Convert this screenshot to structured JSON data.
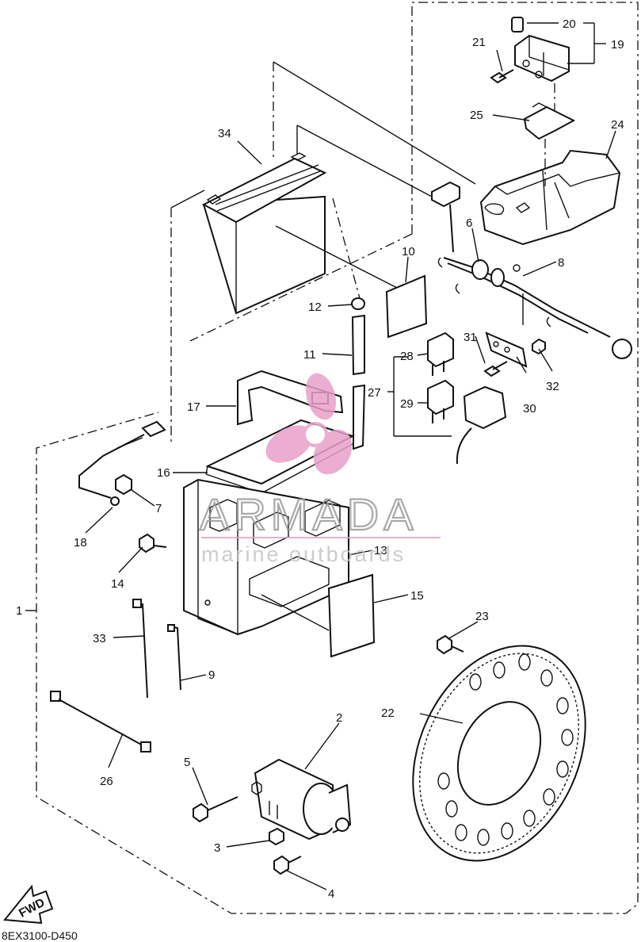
{
  "diagram_code": "8EX3100-D450",
  "fwd_label": "FWD",
  "watermark": {
    "brand": "ARMADA",
    "tagline": "marine outboards",
    "logo_color": "#e8a0c8"
  },
  "callouts": [
    "1",
    "2",
    "3",
    "4",
    "5",
    "6",
    "7",
    "8",
    "9",
    "10",
    "11",
    "12",
    "13",
    "14",
    "15",
    "16",
    "17",
    "18",
    "19",
    "20",
    "21",
    "22",
    "23",
    "24",
    "25",
    "26",
    "27",
    "28",
    "29",
    "30",
    "31",
    "32",
    "33",
    "34"
  ]
}
